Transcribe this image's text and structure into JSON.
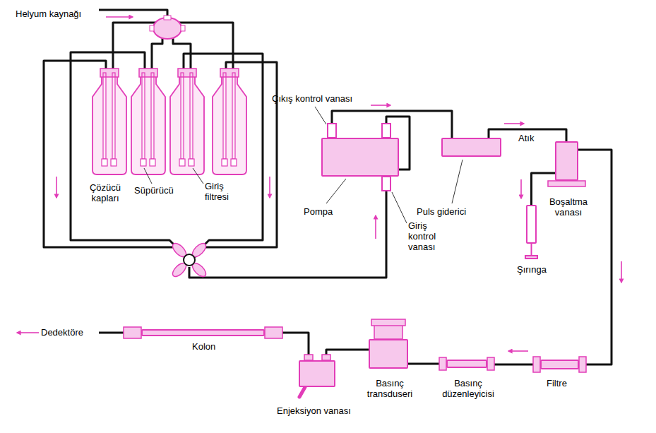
{
  "diagram": {
    "nodes": [
      {
        "text": [
          "Pompa"
        ]
      },
      {
        "text": [
          "Puls giderici"
        ]
      },
      {
        "text": [
          "Boşaltma vanası"
        ]
      },
      {
        "text": [
          "Şırınga"
        ]
      },
      {
        "text": [
          "Filtre"
        ]
      },
      {
        "text": [
          "Basınç düzenleyicisi"
        ]
      },
      {
        "text": [
          "Basınç transduseri"
        ]
      },
      {
        "text": [
          "Enjeksiyon vanası"
        ]
      },
      {
        "text": [
          "Kolon"
        ]
      }
    ],
    "edges": [
      {
        "from": 0,
        "to": 1,
        "arrow": "none"
      },
      {
        "from": 1,
        "to": 2,
        "label": "Atık",
        "arrow": "none"
      },
      {
        "from": 2,
        "to": 3,
        "arrow": "none"
      },
      {
        "from": 2,
        "to": 4,
        "arrow": "none"
      },
      {
        "from": 4,
        "to": 5,
        "arrow": "none"
      },
      {
        "from": 5,
        "to": 6,
        "arrow": "none"
      },
      {
        "from": 6,
        "to": 7,
        "arrow": "none"
      },
      {
        "from": 7,
        "to": 8,
        "arrow": "none"
      }
    ],
    "labels": [
      "Helyum kaynağı",
      "Çıkış kontrol vanası",
      "Çözücü kapları",
      "Süpürücü",
      "Giriş filtresi",
      "Giriş kontrol vanası",
      "Dedektöre"
    ]
  }
}
